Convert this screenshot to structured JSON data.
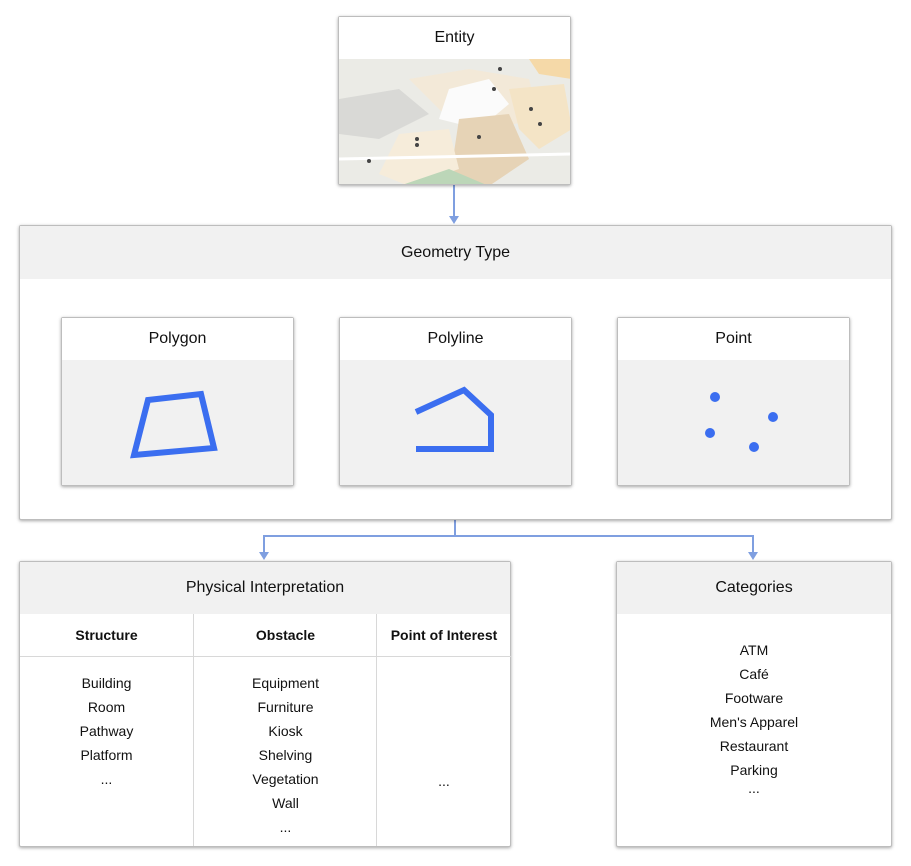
{
  "entity": {
    "title": "Entity"
  },
  "geometry": {
    "title": "Geometry Type",
    "cards": [
      {
        "label": "Polygon"
      },
      {
        "label": "Polyline"
      },
      {
        "label": "Point"
      }
    ]
  },
  "physical": {
    "title": "Physical Interpretation",
    "columns": [
      {
        "header": "Structure",
        "items": [
          "Building",
          "Room",
          "Pathway",
          "Platform",
          "..."
        ]
      },
      {
        "header": "Obstacle",
        "items": [
          "Equipment",
          "Furniture",
          "Kiosk",
          "Shelving",
          "Vegetation",
          "Wall",
          "..."
        ]
      },
      {
        "header": "Point of Interest",
        "items": [
          "..."
        ]
      }
    ]
  },
  "categories": {
    "title": "Categories",
    "items": [
      "ATM",
      "Café",
      "Footware",
      "Men's Apparel",
      "Restaurant",
      "Parking",
      "..."
    ]
  },
  "colors": {
    "accent": "#3b6ef0",
    "connector": "#7f9fe0",
    "header_bg": "#f1f1f1"
  }
}
